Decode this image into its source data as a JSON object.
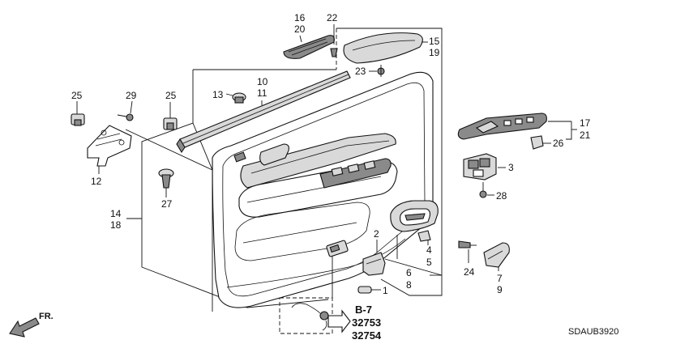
{
  "callouts": {
    "c16": "16",
    "c20": "20",
    "c22": "22",
    "c15": "15",
    "c19": "19",
    "c23": "23",
    "c10": "10",
    "c11": "11",
    "c13": "13",
    "c25a": "25",
    "c29": "29",
    "c25b": "25",
    "c12": "12",
    "c27": "27",
    "c14": "14",
    "c18": "18",
    "c17": "17",
    "c21": "21",
    "c26": "26",
    "c3": "3",
    "c28": "28",
    "c2": "2",
    "c4": "4",
    "c5": "5",
    "c6": "6",
    "c8": "8",
    "c24": "24",
    "c7": "7",
    "c9": "9",
    "c1": "1"
  },
  "reference": {
    "section": "B-7",
    "code1": "32753",
    "code2": "32754"
  },
  "front_marker": "FR.",
  "drawing_code": "SDAUB3920"
}
